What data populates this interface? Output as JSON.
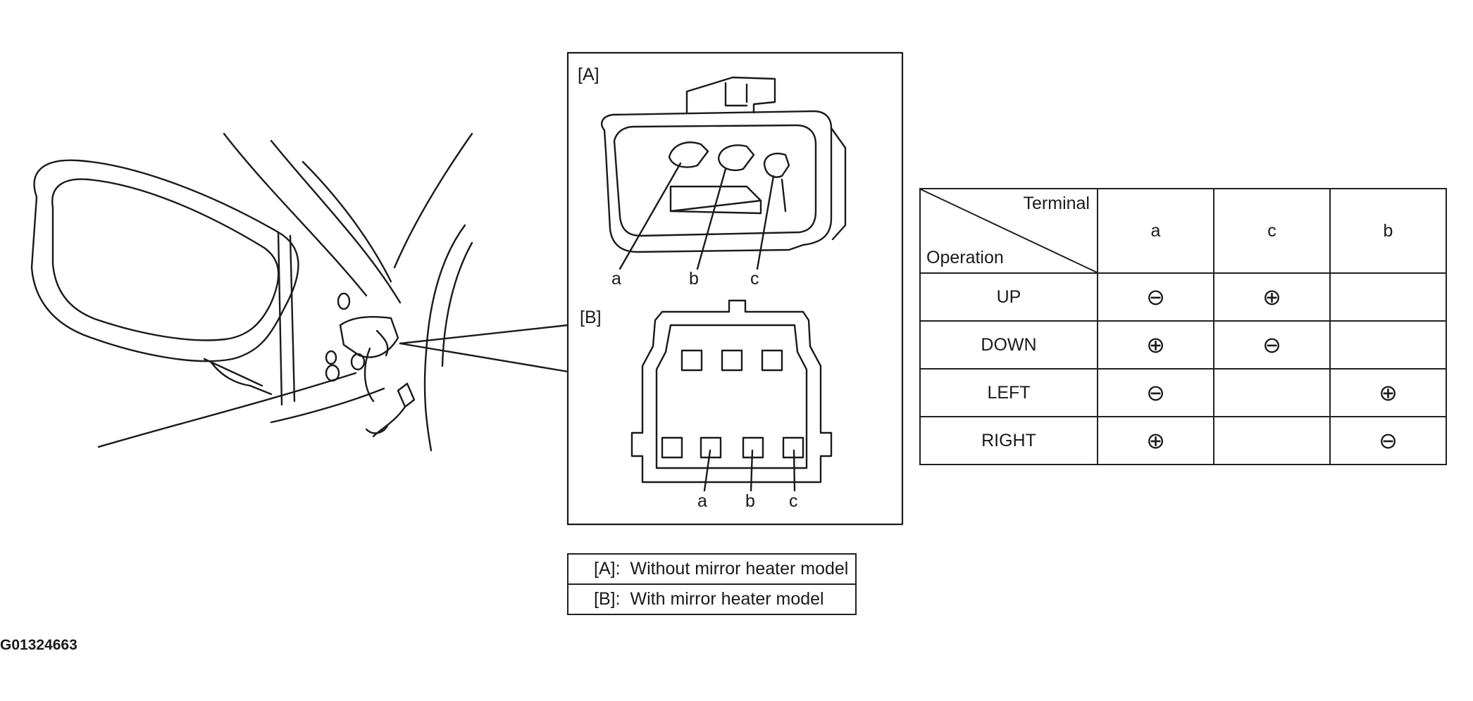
{
  "figure_id": "G01324663",
  "connector_a": {
    "tag": "[A]",
    "pins": [
      "a",
      "b",
      "c"
    ]
  },
  "connector_b": {
    "tag": "[B]",
    "pins": [
      "a",
      "b",
      "c"
    ]
  },
  "legend": [
    {
      "key": "[A]:",
      "text": "Without mirror heater model"
    },
    {
      "key": "[B]:",
      "text": "With mirror heater model"
    }
  ],
  "table": {
    "header_terminal": "Terminal",
    "header_operation": "Operation",
    "columns": [
      "a",
      "c",
      "b"
    ],
    "rows": [
      {
        "operation": "UP",
        "values": [
          "⊖",
          "⊕",
          ""
        ]
      },
      {
        "operation": "DOWN",
        "values": [
          "⊕",
          "⊖",
          ""
        ]
      },
      {
        "operation": "LEFT",
        "values": [
          "⊖",
          "",
          "⊕"
        ]
      },
      {
        "operation": "RIGHT",
        "values": [
          "⊕",
          "",
          "⊖"
        ]
      }
    ]
  }
}
